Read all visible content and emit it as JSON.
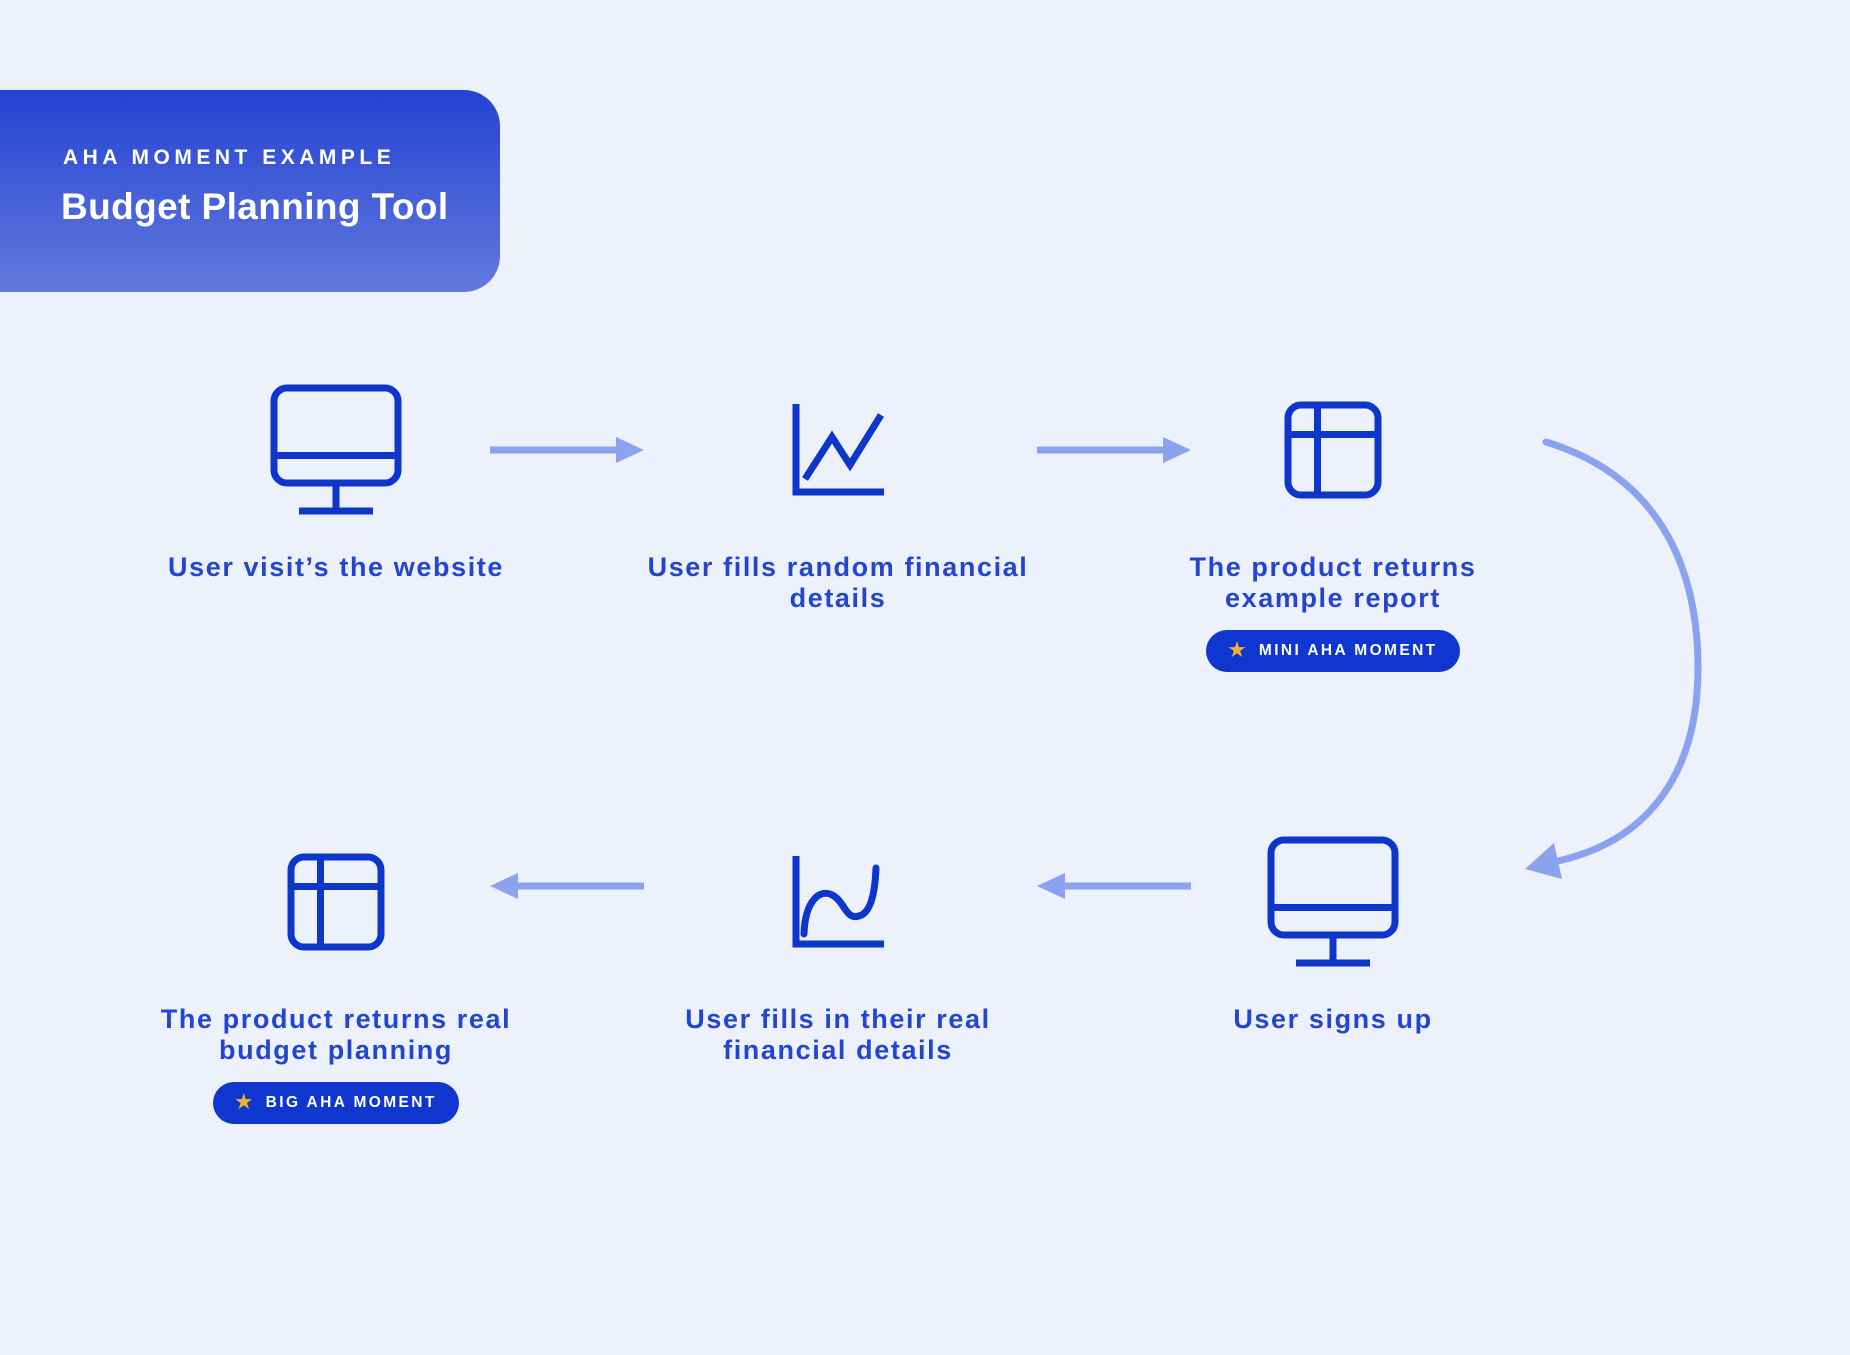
{
  "header": {
    "eyebrow": "AHA MOMENT EXAMPLE",
    "title": "Budget Planning Tool"
  },
  "colors": {
    "background": "#edf1fc",
    "card_gradient_top": "#2443d2",
    "card_gradient_bottom": "#6379dd",
    "icon_stroke": "#0d36cb",
    "caption_text": "#2445ce",
    "badge_bg": "#0f36cf",
    "badge_text": "#ffffff",
    "star": "#f2b230",
    "arrow": "#8ba3ef"
  },
  "nodes": [
    {
      "id": "visit-website",
      "icon": "monitor-icon",
      "caption": "User visit’s the website"
    },
    {
      "id": "fills-random-details",
      "icon": "line-chart-icon",
      "caption": "User fills random financial\ndetails"
    },
    {
      "id": "example-report",
      "icon": "table-icon",
      "caption": "The product returns\nexample report",
      "badge": {
        "star": "★",
        "label": "MINI AHA MOMENT"
      }
    },
    {
      "id": "signs-up",
      "icon": "monitor-icon",
      "caption": "User signs up"
    },
    {
      "id": "fills-real-details",
      "icon": "curve-chart-icon",
      "caption": "User fills in their real\nfinancial details"
    },
    {
      "id": "real-budget-planning",
      "icon": "table-icon",
      "caption": "The product returns real\nbudget planning",
      "badge": {
        "star": "★",
        "label": "BIG AHA MOMENT"
      }
    }
  ]
}
